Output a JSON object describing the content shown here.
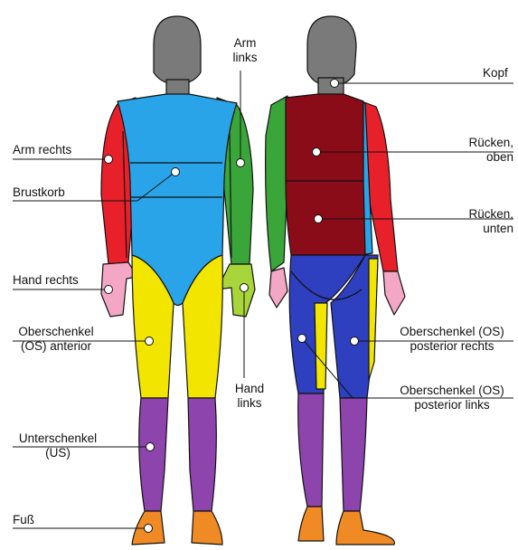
{
  "labels": {
    "arm_links": "Arm\nlinks",
    "kopf": "Kopf",
    "arm_rechts": "Arm rechts",
    "ruecken_oben": "Rücken,\noben",
    "brustkorb": "Brustkorb",
    "ruecken_unten": "Rücken,\nunten",
    "hand_rechts": "Hand rechts",
    "oberschenkel_anterior": "Oberschenkel\n(OS) anterior",
    "os_posterior_rechts": "Oberschenkel (OS)\nposterior rechts",
    "hand_links": "Hand\nlinks",
    "os_posterior_links": "Oberschenkel (OS)\nposterior links",
    "unterschenkel": "Unterschenkel\n(US)",
    "fuss": "Fuß"
  },
  "colors": {
    "head": "#7a7a7a",
    "torso_front": "#2aa4e8",
    "right_arm": "#e8202a",
    "left_arm": "#3aa63a",
    "right_hand": "#f4a7c4",
    "left_hand": "#a8d63a",
    "thigh_front": "#f2e600",
    "lower_leg": "#8e44ad",
    "foot": "#f08a24",
    "back_upper": "#8a0c18",
    "back_lower": "#8a0c18",
    "thigh_back": "#2e3fbf",
    "outline": "#111111"
  },
  "icons": [
    "front-body-figure",
    "back-body-figure"
  ]
}
